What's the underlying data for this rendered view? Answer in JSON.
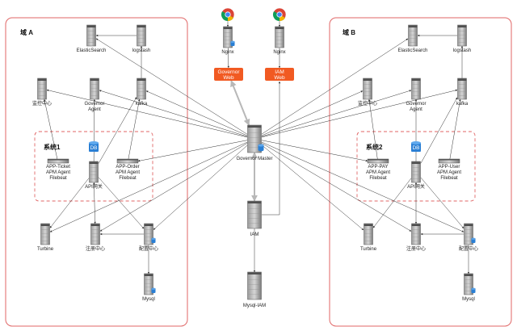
{
  "domains": {
    "a": {
      "title": "域 A"
    },
    "b": {
      "title": "域 B"
    },
    "color": "#e06666"
  },
  "systems": {
    "s1": {
      "title": "系统1"
    },
    "s2": {
      "title": "系统2"
    }
  },
  "nodes": {
    "es_a": "ElasticSearch",
    "logstash_a": "logstash",
    "monitor_a": "监控中心",
    "gagent_a": "Governor\nAgent",
    "kafka_a": "kafka",
    "db_a": "DB",
    "app1_a": "APP-Ticket\nAPM Agent\nFilebeat",
    "apigw_a": "API网关",
    "app2_a": "APP-Order\nAPM Agent\nFilebeat",
    "turbine_a": "Turbine",
    "reg_a": "注册中心",
    "cfg_a": "配置中心",
    "mysql_a": "Mysql",
    "chrome1": "chrome-icon",
    "chrome2": "chrome-icon",
    "nginx1": "Nginx",
    "nginx2": "Nginx",
    "gweb": "Governor\nWeb",
    "iamweb": "IAM\nWeb",
    "gmaster": "Governor Master",
    "iam": "IAM",
    "mysql_iam": "Mysql-IAM",
    "es_b": "ElasticSearch",
    "logstash_b": "logstash",
    "monitor_b": "监控中心",
    "gagent_b": "Governor\nAgent",
    "kafka_b": "kafka",
    "db_b": "DB",
    "app1_b": "APP-PAY\nAPM Agent\nFilebeat",
    "apigw_b": "API网关",
    "app2_b": "APP-User\nAPM Agent\nFilebeat",
    "turbine_b": "Turbine",
    "reg_b": "注册中心",
    "cfg_b": "配置中心",
    "mysql_b": "Mysql"
  },
  "colors": {
    "orange": "#f15a22",
    "server_dark": "#5a5a5a",
    "server_light": "#cfcfcf",
    "db_blue": "#2a7fd4",
    "arrow": "#333333",
    "arrow_light": "#b8b8b8"
  }
}
